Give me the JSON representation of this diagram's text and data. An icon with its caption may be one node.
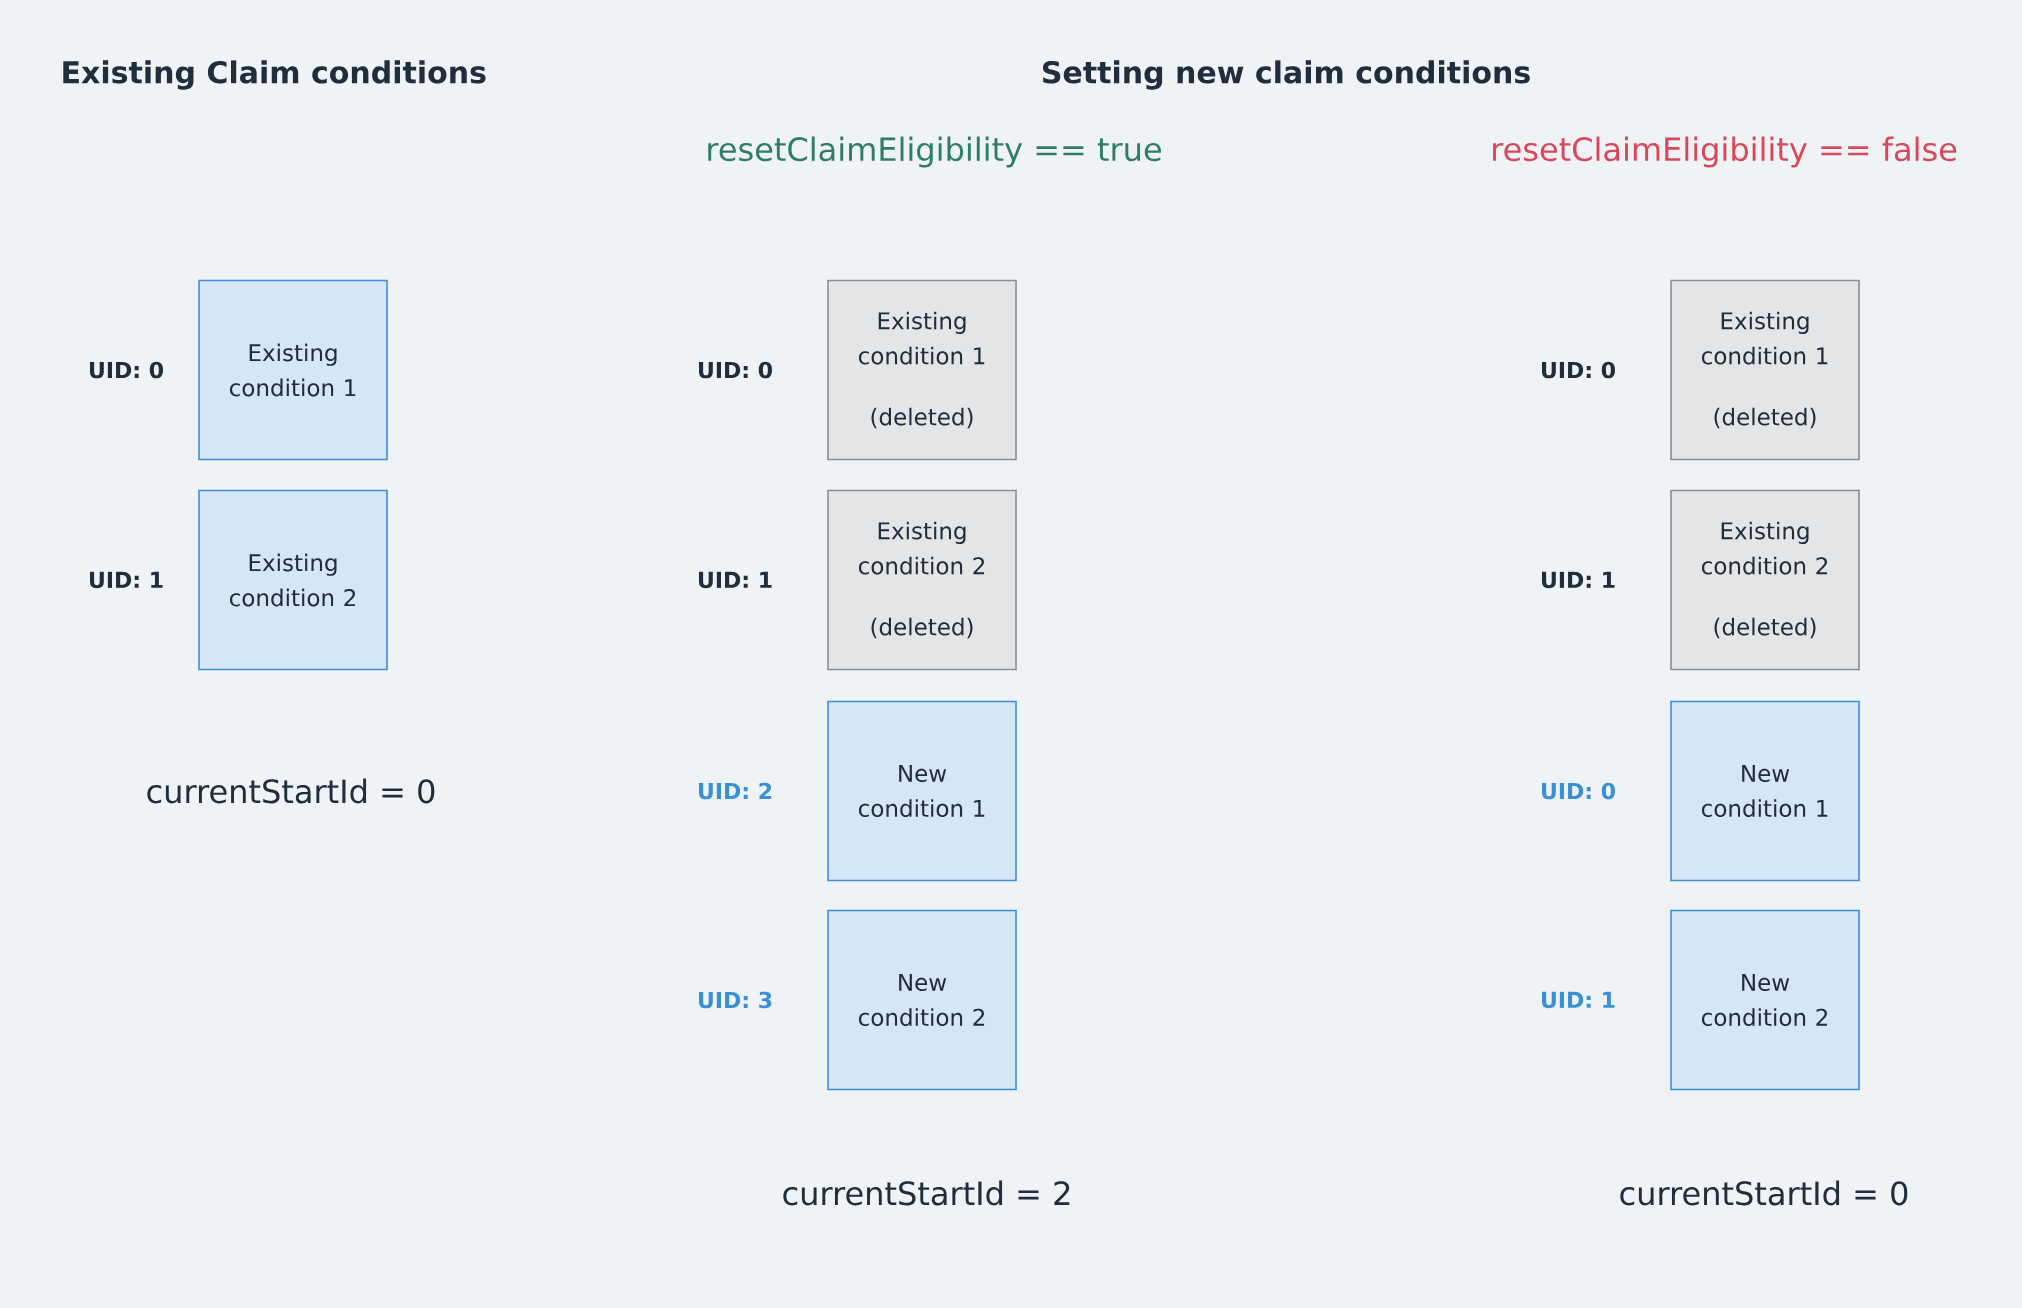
{
  "diagram": {
    "nodes": [
      {
        "text": [
          "Existing condition 1"
        ],
        "beside": [
          "UID: 0"
        ]
      },
      {
        "text": [
          "Existing condition 2"
        ],
        "beside": [
          "UID: 1"
        ]
      },
      {
        "text": [
          "Existing condition 1",
          "(deleted)"
        ],
        "beside": [
          "UID: 0"
        ]
      },
      {
        "text": [
          "Existing condition 2",
          "(deleted)"
        ],
        "beside": [
          "UID: 1"
        ]
      },
      {
        "text": [
          "New condition 1"
        ],
        "beside": [
          "UID: 2"
        ]
      },
      {
        "text": [
          "New condition 2"
        ],
        "beside": [
          "UID: 3"
        ]
      },
      {
        "text": [
          "Existing condition 1",
          "(deleted)"
        ],
        "beside": [
          "UID: 0"
        ]
      },
      {
        "text": [
          "Existing condition 2",
          "(deleted)"
        ],
        "beside": [
          "UID: 1"
        ]
      },
      {
        "text": [
          "New condition 1"
        ],
        "beside": [
          "UID: 0"
        ]
      },
      {
        "text": [
          "New condition 2"
        ],
        "beside": [
          "UID: 1"
        ]
      }
    ],
    "labels": [
      "Existing Claim conditions",
      "Setting new claim conditions",
      "resetClaimEligibility == true",
      "resetClaimEligibility == false",
      "currentStartId = 0",
      "currentStartId = 2",
      "currentStartId = 0"
    ]
  }
}
